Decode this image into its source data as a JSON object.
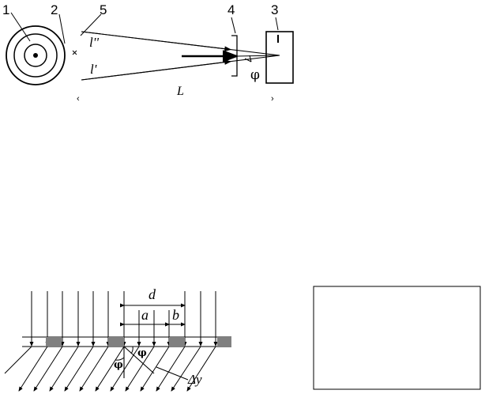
{
  "top_diagram": {
    "part_numbers": [
      "1",
      "2",
      "5",
      "4",
      "3"
    ],
    "ray_upper_label": "l''",
    "ray_lower_label": "l'",
    "angle_label": "φ",
    "distance_label": "L",
    "arrow_left": "‹",
    "arrow_right": "›"
  },
  "bottom_diagram": {
    "period_label": "d",
    "gap_label": "a",
    "width_label": "b",
    "angle_left_label": "φ",
    "angle_right_label": "φ",
    "path_diff_label": "Δy"
  },
  "colors": {
    "line": "#000000",
    "slit_fill": "#808080",
    "background": "#ffffff"
  }
}
